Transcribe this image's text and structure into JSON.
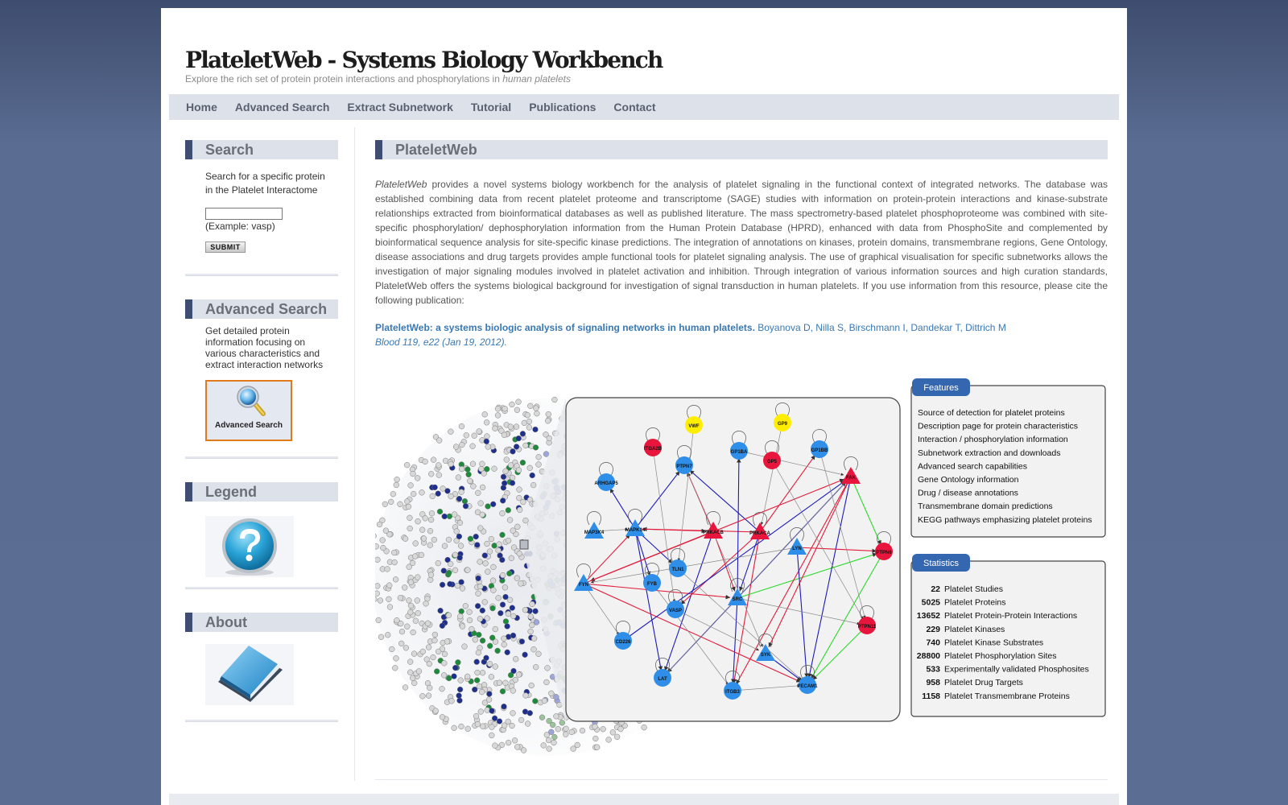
{
  "site": {
    "title": "PlateletWeb - Systems Biology Workbench",
    "description_prefix": "Explore the rich set of protein protein interactions and phosphorylations in ",
    "description_emphasis": "human platelets"
  },
  "nav": {
    "items": [
      "Home",
      "Advanced Search",
      "Extract Subnetwork",
      "Tutorial",
      "Publications",
      "Contact"
    ]
  },
  "sidebar": {
    "search": {
      "heading": "Search",
      "text": "Search for a specific protein in the Platelet Interactome",
      "input_value": "",
      "example": "(Example: vasp)",
      "submit_label": "SUBMIT"
    },
    "advanced": {
      "heading": "Advanced Search",
      "text": "Get detailed protein information focusing on various characteristics and extract interaction networks",
      "button_label": "Advanced Search"
    },
    "legend": {
      "heading": "Legend"
    },
    "about": {
      "heading": "About"
    }
  },
  "main": {
    "heading": "PlateletWeb",
    "intro_emphasis": "PlateletWeb",
    "intro_text": " provides a novel systems biology workbench for the analysis of platelet signaling in the functional context of integrated networks. The database was established combining data from recent platelet proteome and transcriptome (SAGE) studies with information on protein-protein interactions and kinase-substrate relationships extracted from bioinformatical databases as well as published literature. The mass spectrometry-based platelet phosphoproteome was combined with site-specific phosphorylation/ dephosphorylation information from the Human Protein Database (HPRD), enhanced with data from PhosphoSite and complemented by bioinformatical sequence analysis for site-specific kinase predictions. The integration of annotations on kinases, protein domains, transmembrane regions, Gene Ontology, disease associations and drug targets provides ample functional tools for platelet signaling analysis. The use of graphical visualisation for specific subnetworks allows the investigation of major signaling modules involved in platelet activation and inhibition. Through integration of various information sources and high curation standards, PlateletWeb offers the systems biological background for investigation of signal transduction in human platelets. If you use information from this resource, please cite the following publication:",
    "citation": {
      "title": "PlateletWeb: a systems biologic analysis of signaling networks in human platelets.",
      "authors": "Boyanova D, Nilla S, Birschmann I, Dandekar T, Dittrich M",
      "journal": "Blood 119, e22 (Jan 19, 2012)."
    }
  },
  "figure": {
    "nodes": [
      {
        "label": "VWF",
        "kind": "circle",
        "color": "#ffee00"
      },
      {
        "label": "GP9",
        "kind": "circle",
        "color": "#ffee00"
      },
      {
        "label": "ITGA2B",
        "kind": "circle",
        "color": "#e8163c"
      },
      {
        "label": "GP1BA",
        "kind": "circle",
        "color": "#2f8ee8"
      },
      {
        "label": "GP1BB",
        "kind": "circle",
        "color": "#2f8ee8"
      },
      {
        "label": "PTPN7",
        "kind": "circle",
        "color": "#2f8ee8"
      },
      {
        "label": "GP5",
        "kind": "circle",
        "color": "#e8163c"
      },
      {
        "label": "FAK",
        "kind": "triangle",
        "color": "#e8163c"
      },
      {
        "label": "ARHGAP5",
        "kind": "circle",
        "color": "#2f8ee8"
      },
      {
        "label": "MAP3K4",
        "kind": "triangle",
        "color": "#2f8ee8"
      },
      {
        "label": "MAPK14",
        "kind": "triangle",
        "color": "#2f8ee8"
      },
      {
        "label": "PRKACB",
        "kind": "triangle",
        "color": "#e8163c"
      },
      {
        "label": "PRKACA",
        "kind": "triangle",
        "color": "#e8163c"
      },
      {
        "label": "LYN",
        "kind": "triangle",
        "color": "#2f8ee8"
      },
      {
        "label": "PTPN6",
        "kind": "circle",
        "color": "#e8163c"
      },
      {
        "label": "TLN1",
        "kind": "circle",
        "color": "#2f8ee8"
      },
      {
        "label": "FYN",
        "kind": "triangle",
        "color": "#2f8ee8"
      },
      {
        "label": "FYB",
        "kind": "circle",
        "color": "#2f8ee8"
      },
      {
        "label": "SRC",
        "kind": "triangle",
        "color": "#2f8ee8"
      },
      {
        "label": "VASP",
        "kind": "circle",
        "color": "#2f8ee8"
      },
      {
        "label": "PTPN11",
        "kind": "circle",
        "color": "#e8163c"
      },
      {
        "label": "CD226",
        "kind": "circle",
        "color": "#2f8ee8"
      },
      {
        "label": "SYK",
        "kind": "triangle",
        "color": "#2f8ee8"
      },
      {
        "label": "LAT",
        "kind": "circle",
        "color": "#2f8ee8"
      },
      {
        "label": "ITGB3",
        "kind": "circle",
        "color": "#2f8ee8"
      },
      {
        "label": "PECAM1",
        "kind": "circle",
        "color": "#2f8ee8"
      }
    ],
    "features": {
      "title": "Features",
      "items": [
        "Source of detection for platelet proteins",
        "Description page for protein characteristics",
        "Interaction / phosphorylation information",
        "Subnetwork extraction and downloads",
        "Advanced search capabilities",
        "Gene Ontology information",
        "Drug / disease annotations",
        "Transmembrane domain predictions",
        "KEGG pathways emphasizing platelet proteins"
      ]
    },
    "statistics": {
      "title": "Statistics",
      "rows": [
        {
          "value": "22",
          "label": "Platelet Studies"
        },
        {
          "value": "5025",
          "label": "Platelet Proteins"
        },
        {
          "value": "13652",
          "label": "Platelet Protein-Protein Interactions"
        },
        {
          "value": "229",
          "label": "Platelet Kinases"
        },
        {
          "value": "740",
          "label": "Platelet Kinase Substrates"
        },
        {
          "value": "28800",
          "label": "Platelet Phosphorylation Sites"
        },
        {
          "value": "533",
          "label": "Experimentally validated Phosphosites"
        },
        {
          "value": "958",
          "label": "Platelet Drug Targets"
        },
        {
          "value": "1158",
          "label": "Platelet Transmembrane Proteins"
        }
      ]
    }
  }
}
